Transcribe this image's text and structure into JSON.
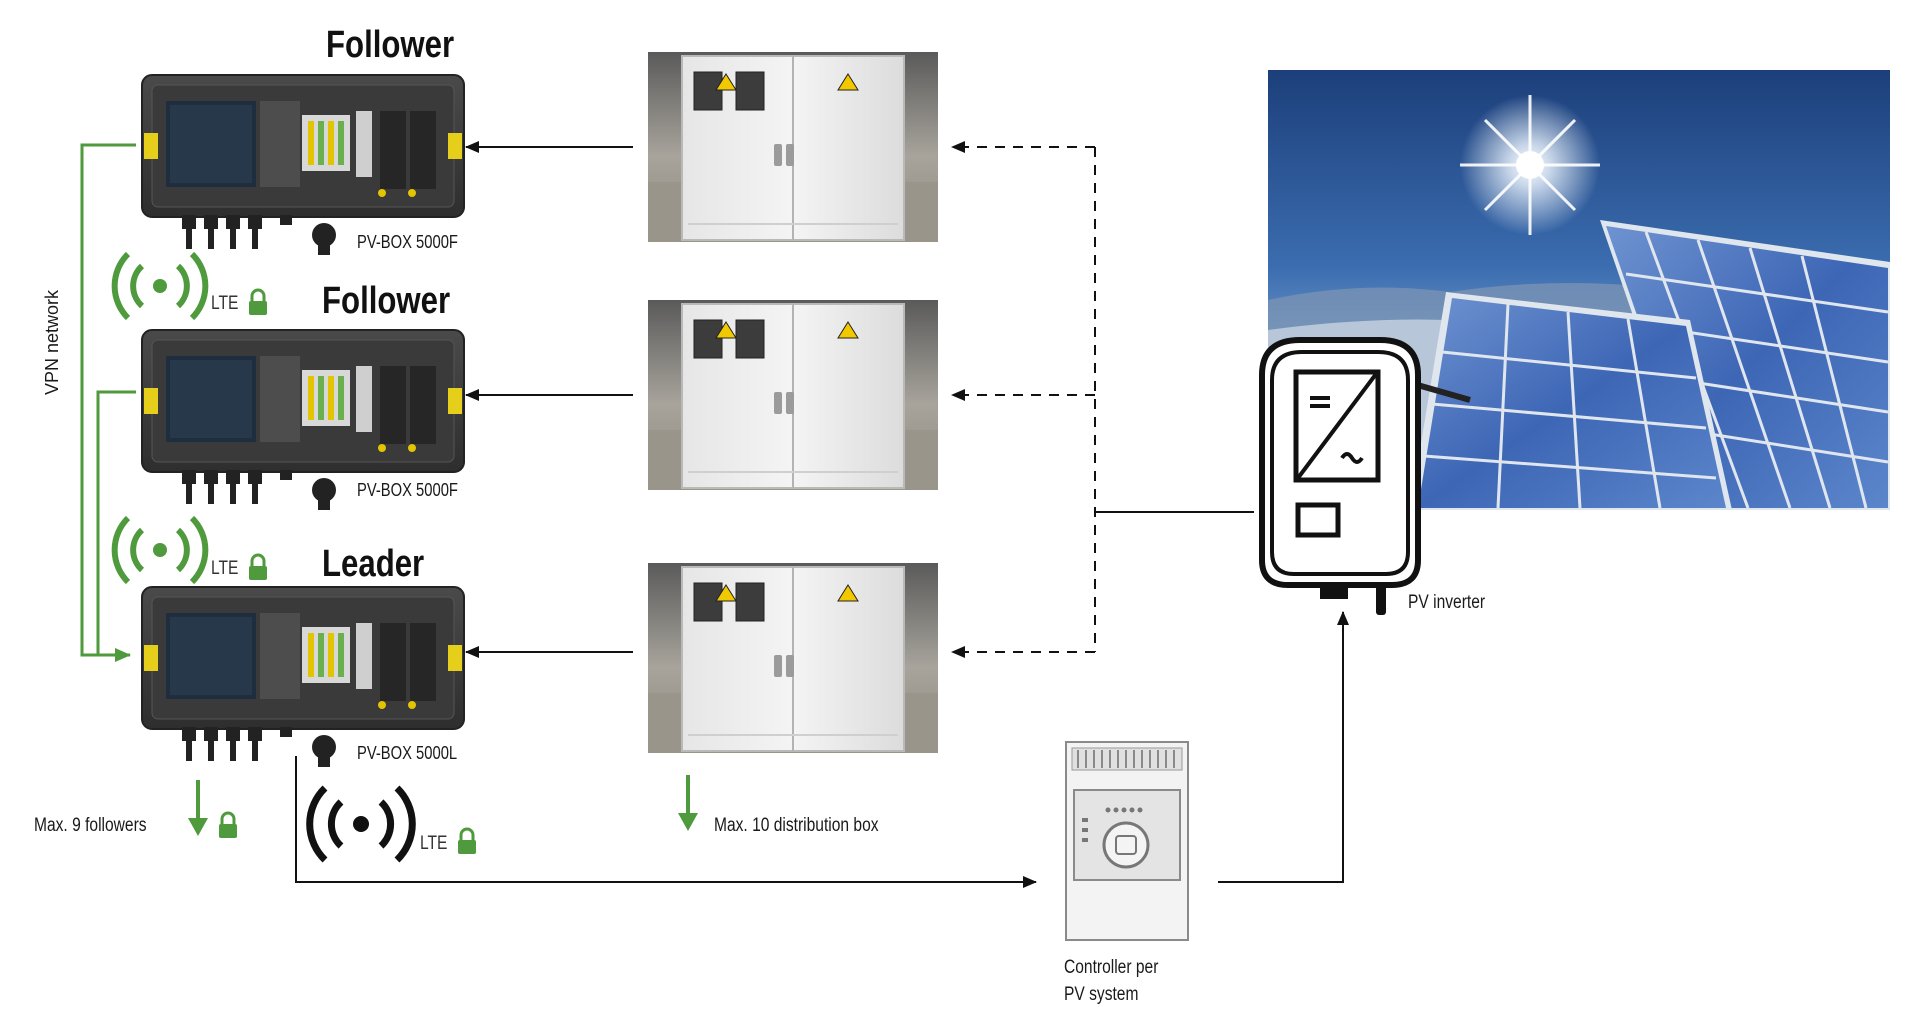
{
  "nodes": {
    "box1": {
      "title": "Follower",
      "model": "PV-BOX 5000F"
    },
    "box2": {
      "title": "Follower",
      "model": "PV-BOX 5000F"
    },
    "box3": {
      "title": "Leader",
      "model": "PV-BOX 5000L"
    }
  },
  "lte_label": "LTE",
  "vpn_label": "VPN network",
  "max_followers": "Max. 9 followers",
  "max_distribution": "Max. 10 distribution box",
  "inverter_label": "PV inverter",
  "controller_label": [
    "Controller per",
    "PV system"
  ],
  "colors": {
    "accent_green": "#4e9a3d",
    "line": "#111111",
    "secure_green": "#4e9a3d"
  },
  "icons": [
    "signal-icon",
    "lock-icon",
    "arrow-down-icon",
    "sun-icon",
    "solar-panel-icon",
    "inverter-icon",
    "distribution-cabinet-icon",
    "controller-icon"
  ]
}
